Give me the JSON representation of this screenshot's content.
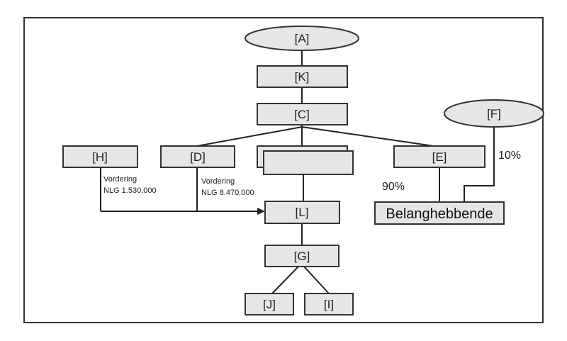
{
  "nodes": {
    "A": "[A]",
    "K": "[K]",
    "C": "[C]",
    "F": "[F]",
    "H": "[H]",
    "D": "[D]",
    "E": "[E]",
    "L": "[L]",
    "G": "[G]",
    "J": "[J]",
    "I": "[I]",
    "belanghebbende": "Belanghebbende"
  },
  "claims": {
    "h": {
      "line1": "Vordering",
      "line2": "NLG 1.530.000"
    },
    "d": {
      "line1": "Vordering",
      "line2": "NLG 8.470.000"
    }
  },
  "percentages": {
    "e_share": "90%",
    "f_share": "10%"
  }
}
